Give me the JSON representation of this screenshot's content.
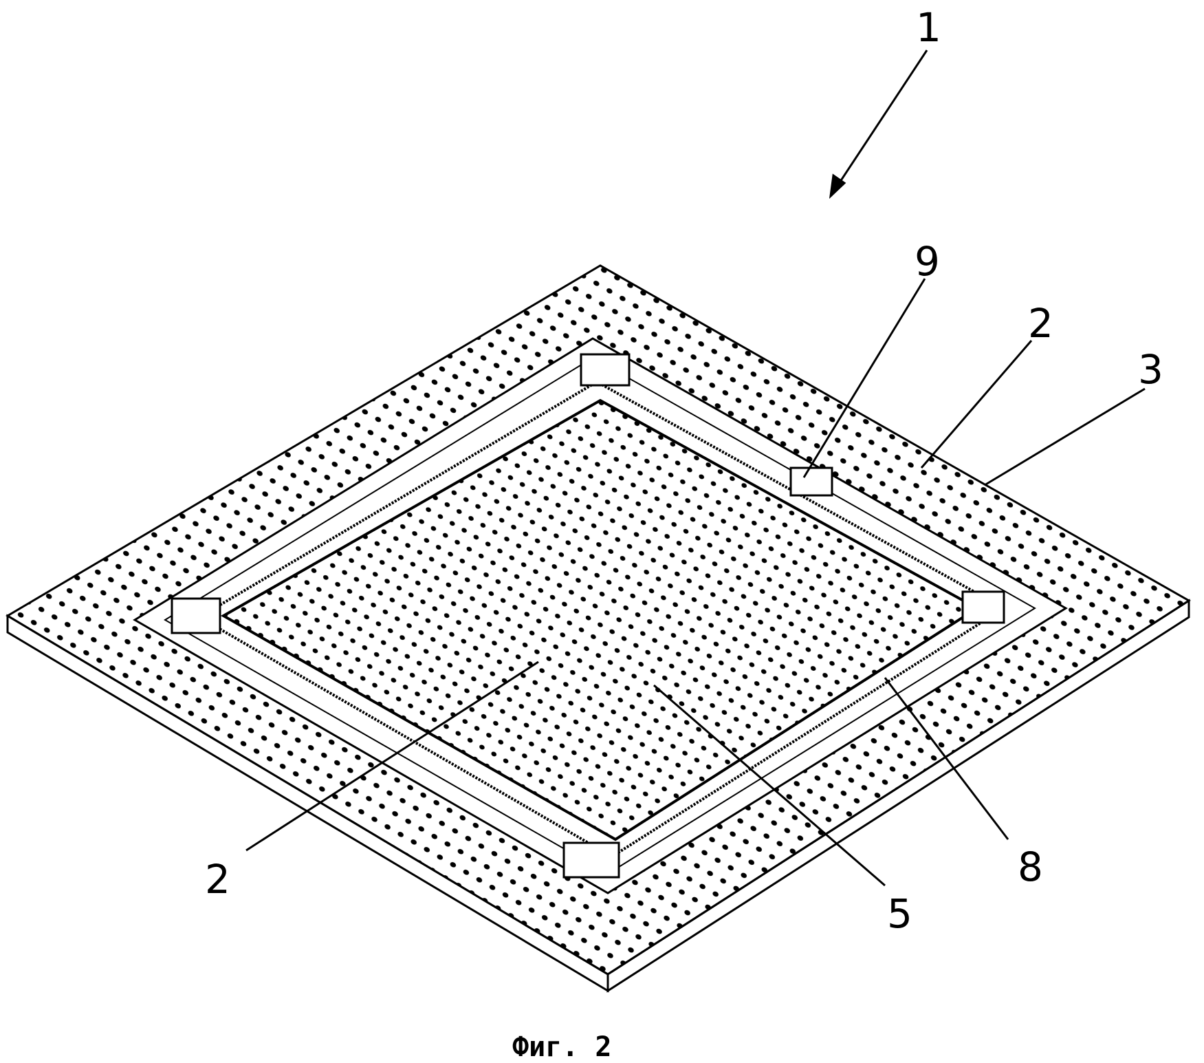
{
  "figure": {
    "caption": "Фиг. 2",
    "labels": {
      "assembly": "1",
      "part_9": "9",
      "part_2_right": "2",
      "part_3": "3",
      "part_8": "8",
      "part_5": "5",
      "part_2_left": "2"
    }
  },
  "colors": {
    "ink": "#000000",
    "paper": "#ffffff"
  }
}
